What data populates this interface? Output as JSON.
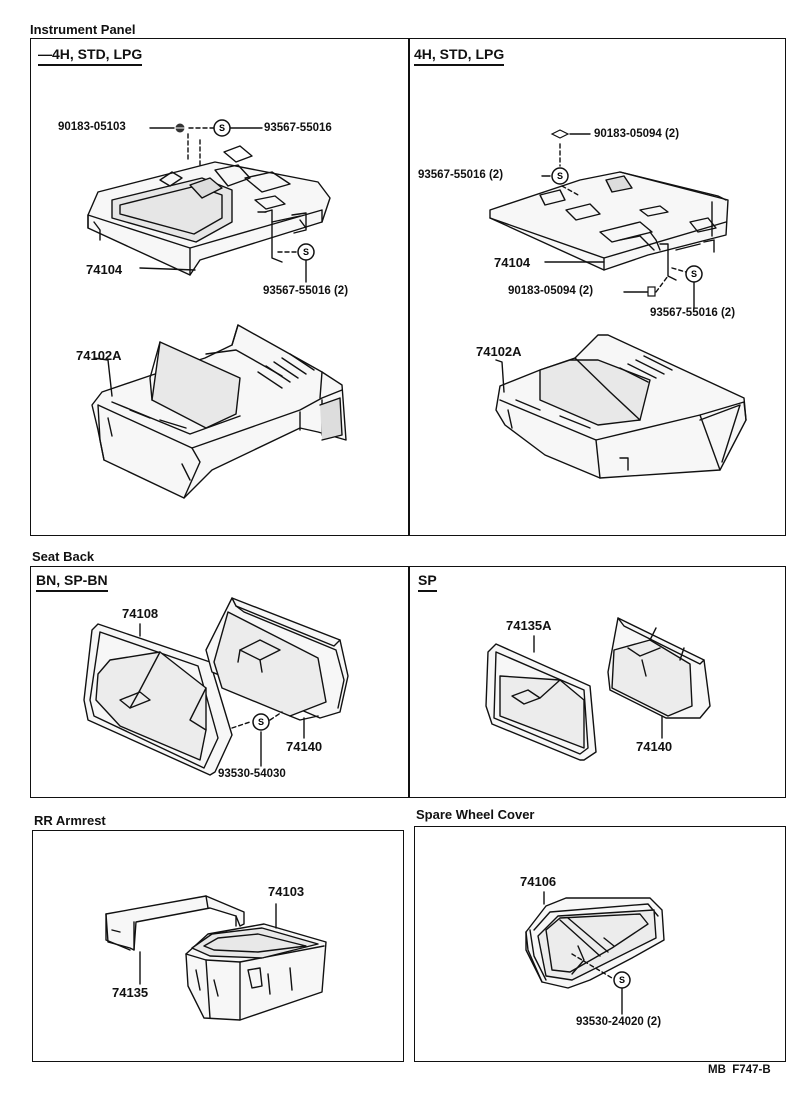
{
  "sections": {
    "instrument_panel": {
      "title": "Instrument Panel",
      "left": {
        "variant": "—4H, STD, LPG",
        "parts": {
          "p1": "90183-05103",
          "p2": "93567-55016",
          "p3": "74104",
          "p4": "93567-55016 (2)",
          "p5": "74102A"
        }
      },
      "right": {
        "variant": "4H, STD, LPG",
        "parts": {
          "p1": "90183-05094 (2)",
          "p2": "93567-55016 (2)",
          "p3": "74104",
          "p4": "90183-05094 (2)",
          "p5": "93567-55016 (2)",
          "p6": "74102A"
        }
      }
    },
    "seat_back": {
      "title": "Seat Back",
      "left": {
        "variant": "BN, SP-BN",
        "parts": {
          "p1": "74108",
          "p2": "74140",
          "p3": "93530-54030"
        }
      },
      "right": {
        "variant": "SP",
        "parts": {
          "p1": "74135A",
          "p2": "74140"
        }
      }
    },
    "rr_armrest": {
      "title": "RR Armrest",
      "parts": {
        "p1": "74103",
        "p2": "74135"
      }
    },
    "spare_wheel_cover": {
      "title": "Spare Wheel Cover",
      "parts": {
        "p1": "74106",
        "p2": "93530-24020 (2)"
      }
    }
  },
  "symbol": "S",
  "footer": "MB  F747-B",
  "icons": [
    "ashtray-drawing",
    "bracket-drawing",
    "screw-icon",
    "nut-icon",
    "s-symbol-icon"
  ]
}
